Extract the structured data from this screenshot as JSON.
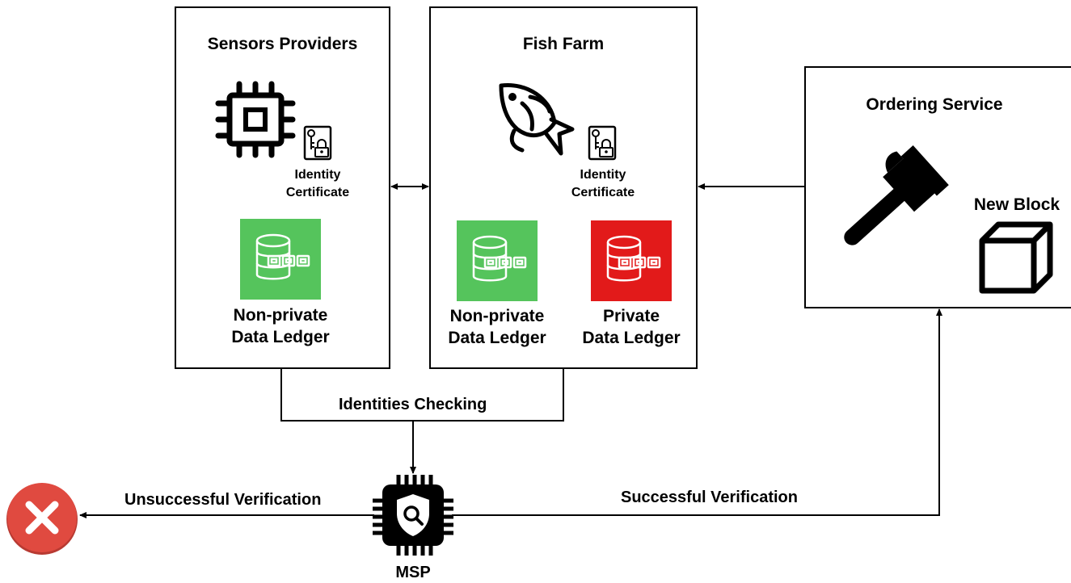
{
  "sensors": {
    "title": "Sensors Providers",
    "cert_line1": "Identity",
    "cert_line2": "Certificate",
    "ledger_line1": "Non-private",
    "ledger_line2": "Data Ledger"
  },
  "farm": {
    "title": "Fish Farm",
    "cert_line1": "Identity",
    "cert_line2": "Certificate",
    "public_line1": "Non-private",
    "public_line2": "Data Ledger",
    "private_line1": "Private",
    "private_line2": "Data Ledger"
  },
  "ordering": {
    "title": "Ordering Service",
    "block_label": "New Block"
  },
  "edges": {
    "identities_checking": "Identities Checking",
    "unsuccessful": "Unsuccessful Verification",
    "successful": "Successful Verification"
  },
  "msp": {
    "label": "MSP"
  },
  "colors": {
    "ledger_public": "#55c45c",
    "ledger_private": "#e21a1a",
    "fail": "#e04a40"
  },
  "icons": [
    "chip-icon",
    "fish-icon",
    "certificate-icon",
    "database-chain-icon",
    "hammer-icon",
    "cube-icon",
    "msp-chip-icon",
    "error-icon"
  ]
}
